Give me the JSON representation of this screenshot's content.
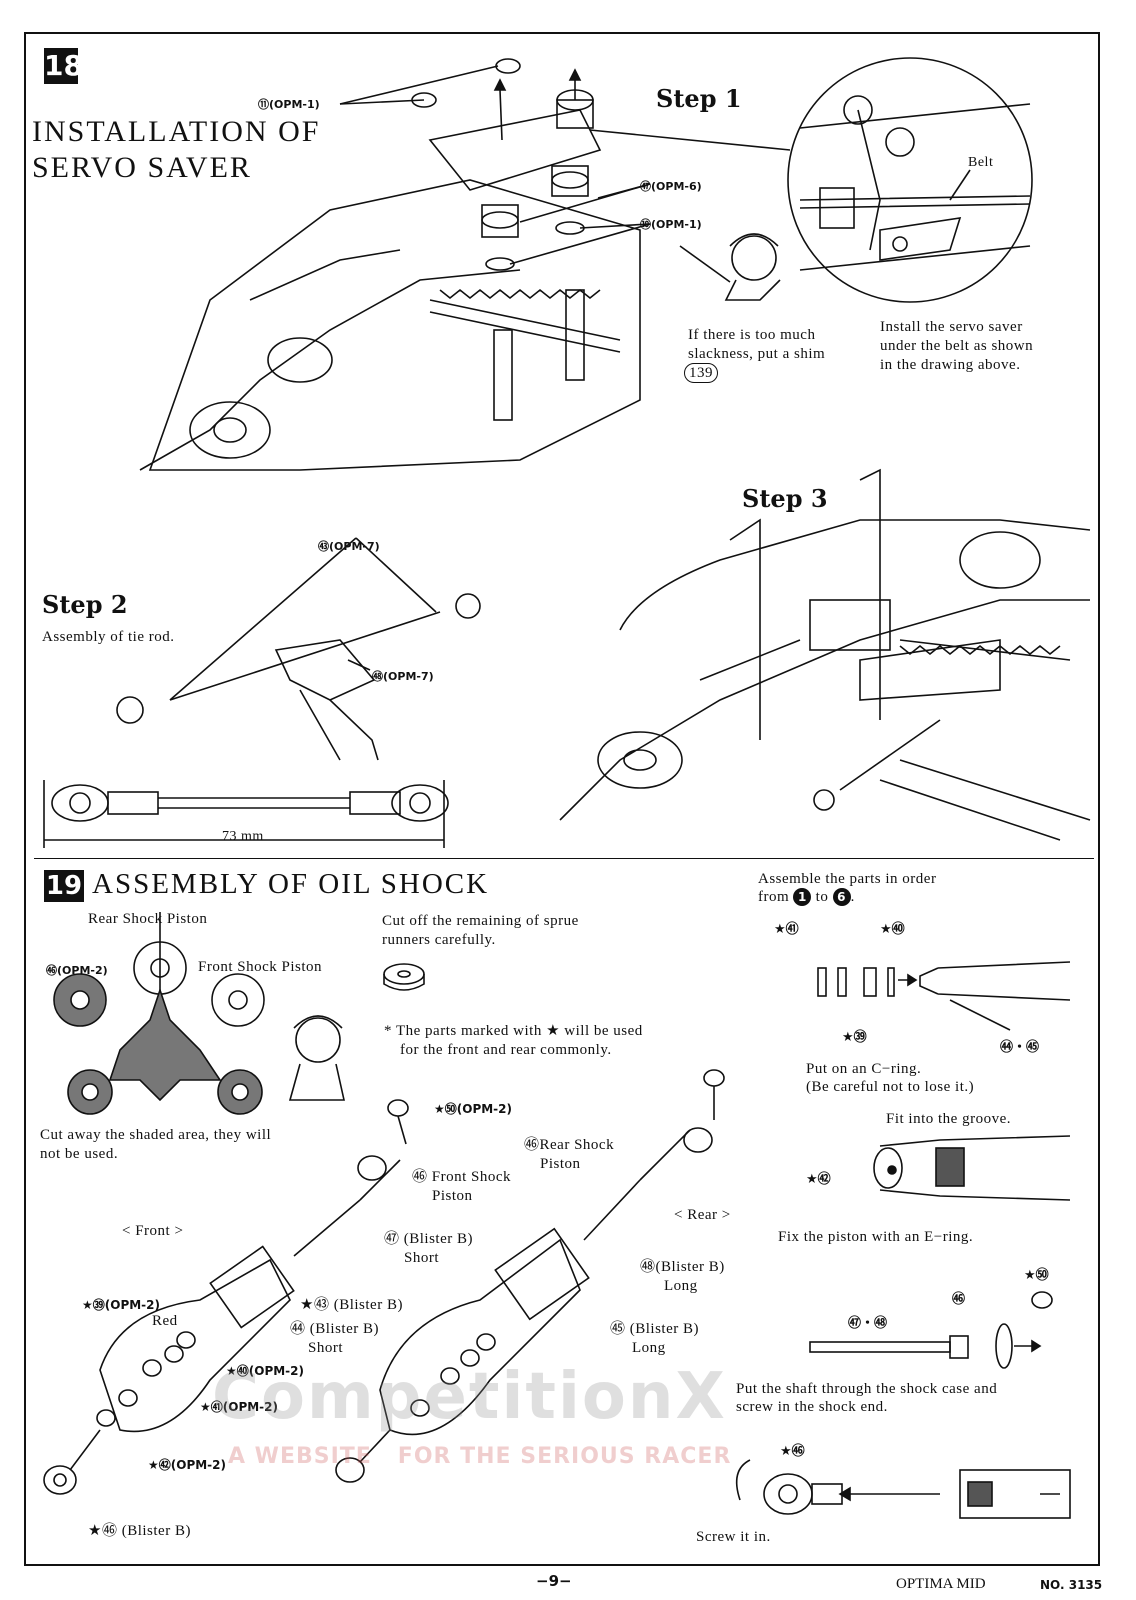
{
  "section18": {
    "number": "18",
    "title_line1": "INSTALLATION OF",
    "title_line2": "SERVO SAVER",
    "step1": "Step 1",
    "step2": "Step 2",
    "step3": "Step 3",
    "label_opm1_top": "⑪(OPM-1)",
    "label_opm6": "㊼(OPM-6)",
    "label_opm1_mid": "⑲(OPM-1)",
    "belt_label": "Belt",
    "shim_note_1": "If there is too much",
    "shim_note_2": "slackness, put a shim",
    "shim_number": "139",
    "install_note_1": "Install the servo saver",
    "install_note_2": "under the belt as shown",
    "install_note_3": "in the drawing above.",
    "step2_sub": "Assembly of tie rod.",
    "label_opm7_top": "㊸(OPM-7)",
    "label_opm7_mid": "㊽(OPM-7)",
    "dimension": "73 mm"
  },
  "section19": {
    "number": "19",
    "title": "ASSEMBLY OF OIL SHOCK",
    "rear_piston": "Rear Shock Piston",
    "front_piston": "Front Shock Piston",
    "label_76_opm2": "㊻(OPM-2)",
    "cut_away_1": "Cut away the shaded area, they will",
    "cut_away_2": "not be used.",
    "cut_sprue_1": "Cut off the remaining of sprue",
    "cut_sprue_2": "runners carefully.",
    "common_note_1": "* The parts marked with ★ will be used",
    "common_note_2": "for the front and rear commonly.",
    "order_note_1": "Assemble the parts in order",
    "order_from": "from",
    "order_1": "1",
    "order_to": "to",
    "order_6": "6",
    "star81": "★㊶",
    "star80": "★㊵",
    "star79": "★㊴",
    "label_74_75": "㊹・㊺",
    "c_ring_1": "Put on an C−ring.",
    "c_ring_2": "(Be careful not to lose it.)",
    "groove": "Fit into the groove.",
    "star82": "★㊷",
    "e_ring": "Fix the piston with an E−ring.",
    "star60": "★㊿",
    "label_76": "㊻",
    "label_77_78": "㊼・㊽",
    "shaft_note_1": "Put the shaft through the shock case and",
    "shaft_note_2": "screw in the shock end.",
    "star86": "★㊻",
    "screw_in": "Screw it in.",
    "front_tag": "< Front >",
    "rear_tag": "< Rear >",
    "f_60": "★㊿(OPM-2)",
    "f_76": "㊻ Front Shock",
    "f_76b": "Piston",
    "f_77": "㊼ (Blister B)",
    "f_77b": "Short",
    "f_79": "★㊴(OPM-2)",
    "f_red": "Red",
    "f_83": "★㊸ (Blister B)",
    "f_74": "㊹ (Blister B)",
    "f_74b": "Short",
    "f_80": "★㊵(OPM-2)",
    "f_81": "★㊶(OPM-2)",
    "f_82": "★㊷(OPM-2)",
    "f_86": "★㊻ (Blister B)",
    "r_76": "㊻Rear Shock",
    "r_76b": "Piston",
    "r_78": "㊽(Blister B)",
    "r_78b": "Long",
    "r_75": "㊺ (Blister B)",
    "r_75b": "Long"
  },
  "watermark": {
    "main": "CompetitionX",
    "sub": "A WEBSITE   FOR THE SERIOUS RACER"
  },
  "footer": {
    "page": "−9−",
    "model": "OPTIMA MID",
    "number": "NO. 3135"
  }
}
